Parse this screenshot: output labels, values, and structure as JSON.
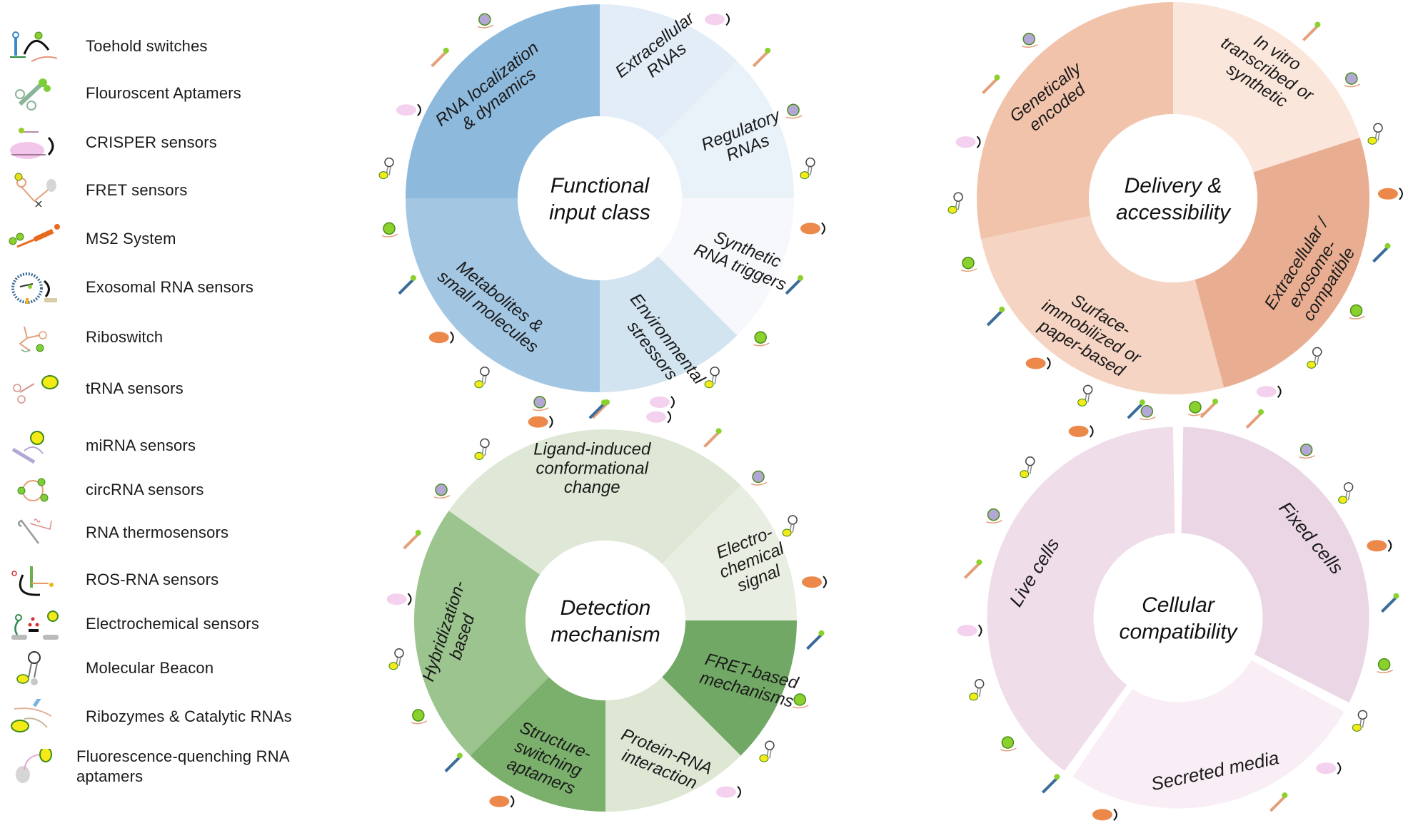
{
  "legend": {
    "items": [
      {
        "label": "Toehold switches",
        "icon": "toehold-switch-icon"
      },
      {
        "label": "Flouroscent Aptamers",
        "icon": "fluorescent-aptamer-icon"
      },
      {
        "label": "CRISPER sensors",
        "icon": "crispr-sensor-icon"
      },
      {
        "label": "FRET sensors",
        "icon": "fret-sensor-icon"
      },
      {
        "label": "MS2 System",
        "icon": "ms2-system-icon"
      },
      {
        "label": "Exosomal RNA sensors",
        "icon": "exosomal-rna-icon"
      },
      {
        "label": "Riboswitch",
        "icon": "riboswitch-icon"
      },
      {
        "label": "tRNA sensors",
        "icon": "trna-sensor-icon"
      },
      {
        "label": "miRNA sensors",
        "icon": "mirna-sensor-icon"
      },
      {
        "label": "circRNA sensors",
        "icon": "circrna-sensor-icon"
      },
      {
        "label": "RNA thermosensors",
        "icon": "rna-thermosensor-icon"
      },
      {
        "label": "ROS-RNA sensors",
        "icon": "ros-rna-sensor-icon"
      },
      {
        "label": "Electrochemical sensors",
        "icon": "electrochemical-sensor-icon"
      },
      {
        "label": "Molecular Beacon",
        "icon": "molecular-beacon-icon"
      },
      {
        "label": "Ribozymes & Catalytic RNAs",
        "icon": "ribozyme-icon"
      },
      {
        "label": "Fluorescence-quenching RNA aptamers",
        "icon": "quenching-aptamer-icon"
      }
    ]
  },
  "wheels": [
    {
      "id": "functional-input-class",
      "center_lines": [
        "Functional",
        "input class"
      ],
      "segments": [
        {
          "lines": [
            "RNA localization",
            "& dynamics"
          ],
          "color": "#8db9dc",
          "start": 270,
          "end": 360
        },
        {
          "lines": [
            "Extracellular",
            "RNAs"
          ],
          "color": "#e3edf7",
          "start": 0,
          "end": 45
        },
        {
          "lines": [
            "Regulatory",
            "RNAs"
          ],
          "color": "#e9f1f9",
          "start": 45,
          "end": 90
        },
        {
          "lines": [
            "Synthetic",
            "RNA triggers"
          ],
          "color": "#f7f8fc",
          "start": 90,
          "end": 135
        },
        {
          "lines": [
            "Environmental",
            "stressors"
          ],
          "color": "#d3e4f1",
          "start": 135,
          "end": 180
        },
        {
          "lines": [
            "Metabolites &",
            "small molecules"
          ],
          "color": "#a3c7e3",
          "start": 180,
          "end": 270
        }
      ]
    },
    {
      "id": "delivery-accessibility",
      "center_lines": [
        "Delivery &",
        "accessibility"
      ],
      "segments": [
        {
          "lines": [
            "Genetically",
            "encoded"
          ],
          "color": "#f2c3ab",
          "start": 258,
          "end": 360
        },
        {
          "lines": [
            "In vitro",
            "transcribed or",
            "synthetic"
          ],
          "color": "#fbe6dc",
          "start": 0,
          "end": 72
        },
        {
          "lines": [
            "Extracellular /",
            "exosome-",
            "compatible"
          ],
          "color": "#e9ae92",
          "start": 72,
          "end": 165
        },
        {
          "lines": [
            "Surface-",
            "immobilized or",
            "paper-based"
          ],
          "color": "#f6d4c3",
          "start": 165,
          "end": 258
        }
      ]
    },
    {
      "id": "detection-mechanism",
      "center_lines": [
        "Detection",
        "mechanism"
      ],
      "segments": [
        {
          "lines": [
            "Ligand-induced",
            "conformational",
            "change"
          ],
          "color": "#dfe8d6",
          "start": 305,
          "end": 45
        },
        {
          "lines": [
            "Electro-",
            "chemical",
            "signal"
          ],
          "color": "#e8eee2",
          "start": 45,
          "end": 90
        },
        {
          "lines": [
            "FRET-based",
            "mechanisms"
          ],
          "color": "#72a865",
          "start": 90,
          "end": 135
        },
        {
          "lines": [
            "Protein-RNA",
            "interaction"
          ],
          "color": "#dde7d4",
          "start": 135,
          "end": 180
        },
        {
          "lines": [
            "Structure-",
            "switching",
            "aptamers"
          ],
          "color": "#7bb06c",
          "start": 180,
          "end": 225
        },
        {
          "lines": [
            "Hybridization-",
            "based"
          ],
          "color": "#9bc48e",
          "start": 225,
          "end": 305
        }
      ]
    },
    {
      "id": "cellular-compatibility",
      "center_lines": [
        "Cellular",
        "compatibility"
      ],
      "segments": [
        {
          "lines": [
            "Live cells"
          ],
          "color": "#efdde9",
          "start": 216,
          "end": 359
        },
        {
          "lines": [
            "Fixed cells"
          ],
          "color": "#ebd6e6",
          "start": 1,
          "end": 117
        },
        {
          "lines": [
            "Secreted media"
          ],
          "color": "#f9eef5",
          "start": 119,
          "end": 214
        }
      ]
    }
  ]
}
